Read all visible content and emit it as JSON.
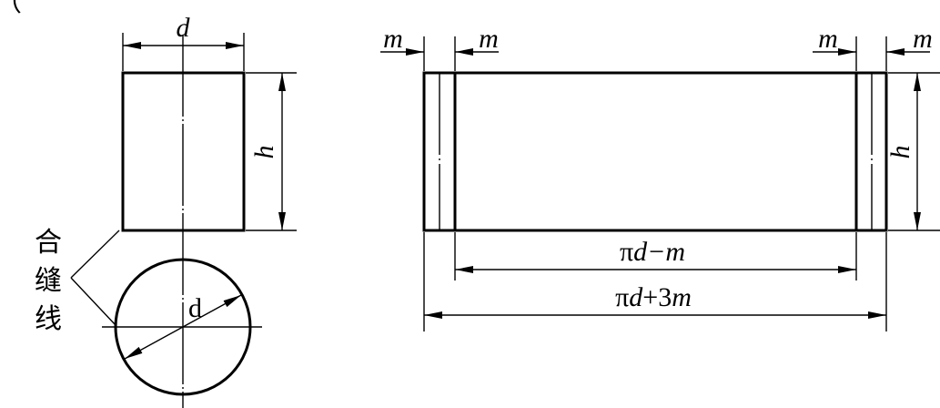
{
  "top_fragment": "（",
  "labels": {
    "diameter": "d",
    "height": "h",
    "margin": "m",
    "circle_d": "d",
    "seam_chars": [
      "合",
      "缝",
      "线"
    ]
  },
  "dimensions": {
    "inner_pi": "π",
    "inner_var": "d",
    "inner_rest": "−m",
    "outer_pi": "π",
    "outer_var": "d",
    "outer_plus": "+3",
    "outer_m": "m"
  }
}
